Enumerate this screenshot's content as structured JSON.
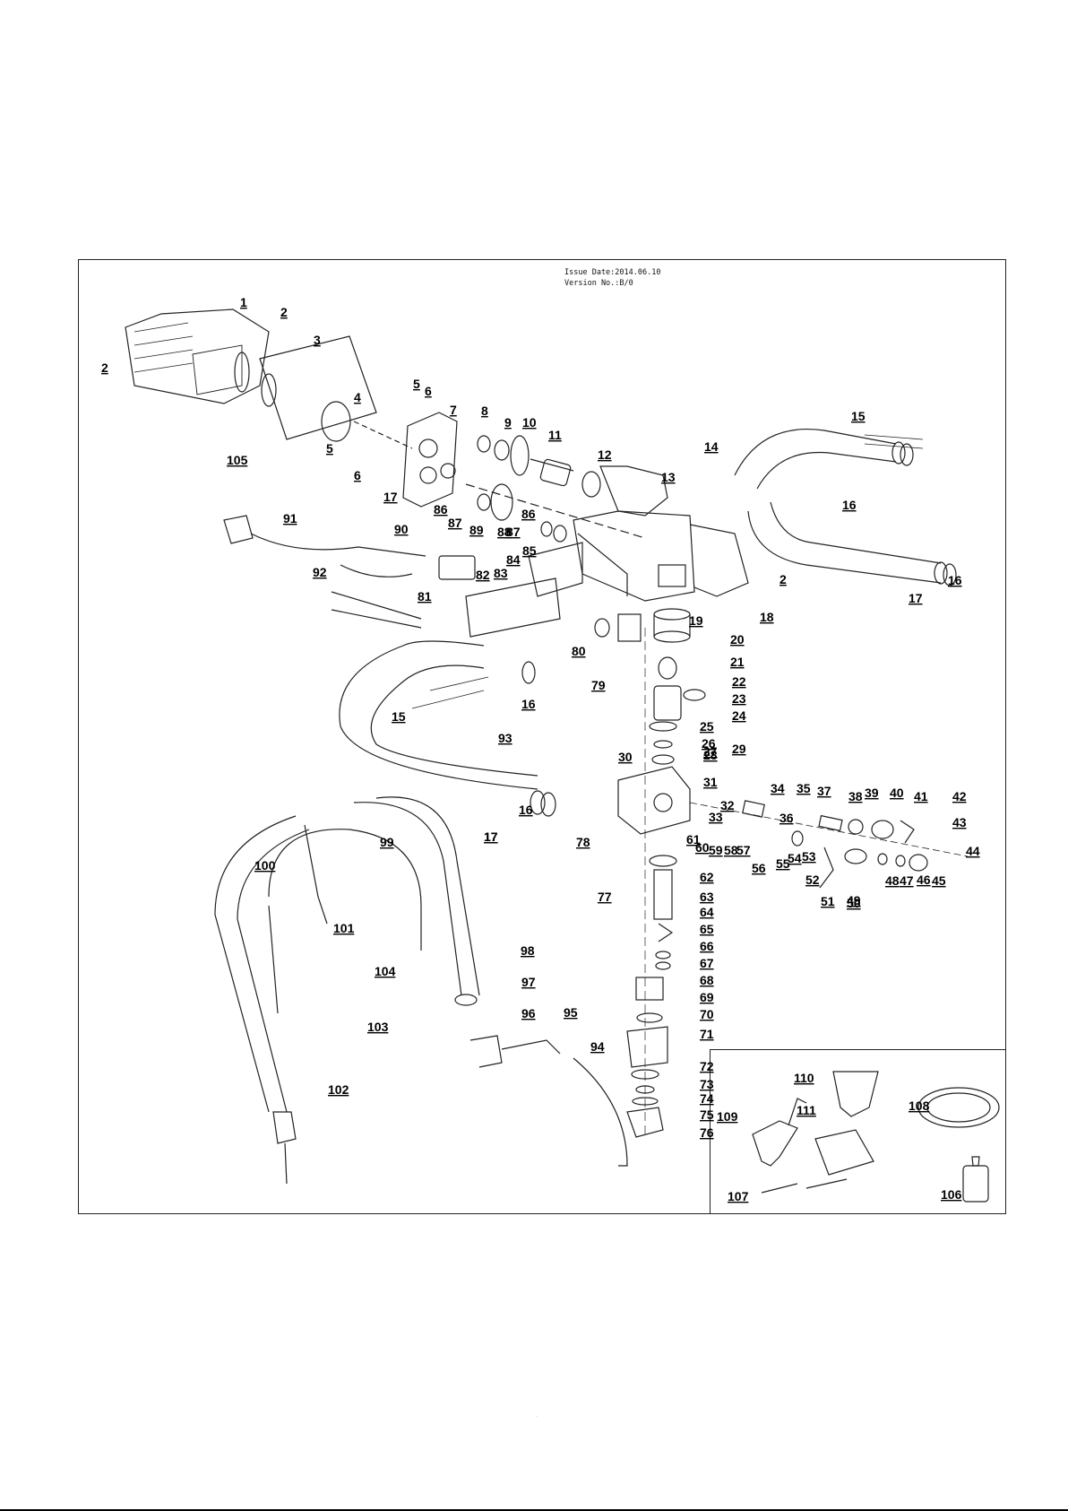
{
  "header": {
    "issue_date": "Issue Date:2014.06.10",
    "version": "Version No.:B/0"
  },
  "callouts": [
    "1",
    "2",
    "2",
    "2",
    "3",
    "4",
    "5",
    "5",
    "6",
    "6",
    "7",
    "8",
    "9",
    "10",
    "11",
    "12",
    "13",
    "14",
    "15",
    "15",
    "16",
    "16",
    "16",
    "16",
    "17",
    "17",
    "17",
    "17",
    "18",
    "19",
    "20",
    "21",
    "22",
    "23",
    "24",
    "25",
    "26",
    "27",
    "28",
    "29",
    "30",
    "31",
    "32",
    "33",
    "34",
    "35",
    "36",
    "37",
    "38",
    "39",
    "40",
    "41",
    "42",
    "43",
    "44",
    "45",
    "46",
    "47",
    "48",
    "49",
    "50",
    "51",
    "52",
    "53",
    "54",
    "55",
    "56",
    "57",
    "58",
    "59",
    "60",
    "61",
    "62",
    "63",
    "64",
    "65",
    "66",
    "67",
    "68",
    "69",
    "70",
    "71",
    "72",
    "73",
    "74",
    "75",
    "76",
    "77",
    "78",
    "79",
    "80",
    "81",
    "82",
    "83",
    "84",
    "85",
    "86",
    "86",
    "87",
    "87",
    "88",
    "89",
    "90",
    "91",
    "92",
    "93",
    "94",
    "95",
    "96",
    "97",
    "98",
    "99",
    "100",
    "101",
    "102",
    "103",
    "104",
    "105",
    "106",
    "107",
    "108",
    "109",
    "110",
    "111"
  ],
  "footer_mark": "·"
}
